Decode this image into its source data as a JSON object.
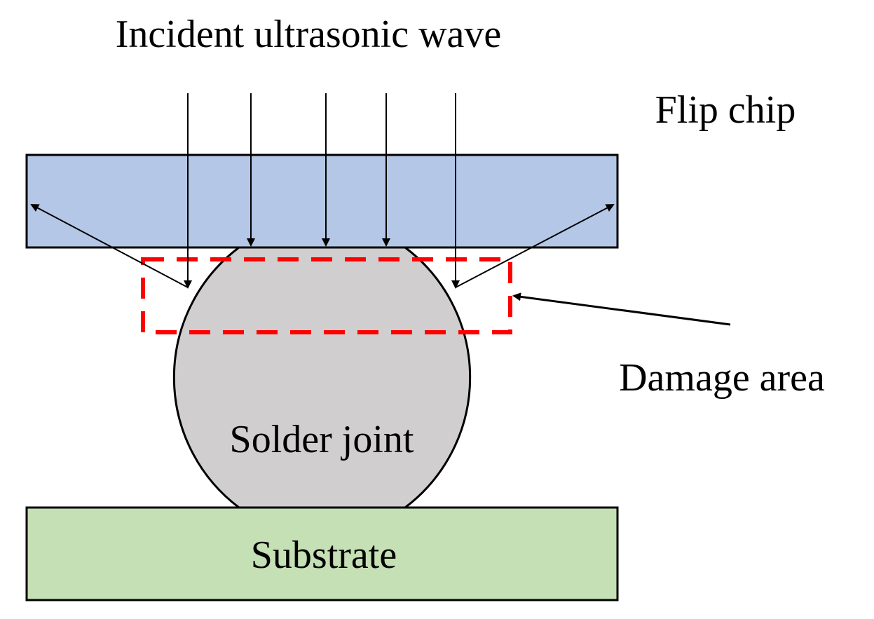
{
  "labels": {
    "incident_wave": "Incident ultrasonic wave",
    "flip_chip": "Flip chip",
    "damage_area": "Damage area",
    "solder_joint": "Solder joint",
    "substrate": "Substrate"
  },
  "colors": {
    "flip_chip_fill": "#b4c7e7",
    "solder_fill": "#d0cecf",
    "substrate_fill": "#c5e0b4",
    "damage_outline": "#ff0000",
    "stroke": "#000000"
  }
}
